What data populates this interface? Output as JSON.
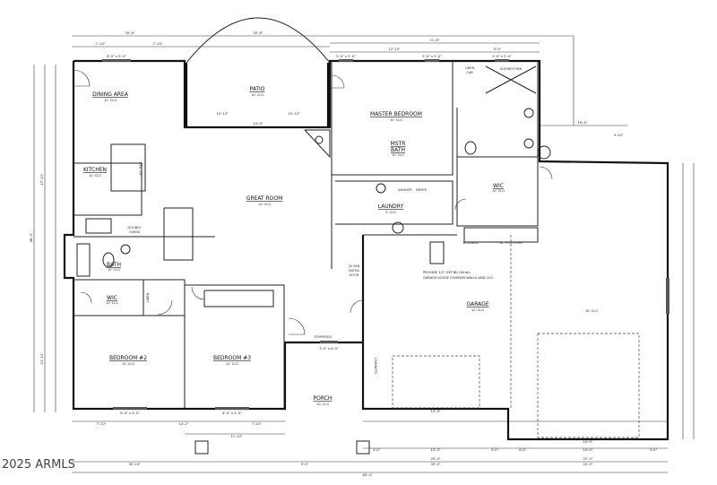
{
  "rooms": {
    "dining": {
      "name": "DINING AREA",
      "ceiling": "10' CLG"
    },
    "patio": {
      "name": "PATIO",
      "ceiling": "10' CLG"
    },
    "kitchen": {
      "name": "KITCHEN",
      "ceiling": "10' CLG"
    },
    "great_room": {
      "name": "GREAT ROOM",
      "ceiling": "10' CLG"
    },
    "master_bedroom": {
      "name": "MASTER BEDROOM",
      "ceiling": "10' CLG"
    },
    "master_bath": {
      "name1": "MSTR",
      "name2": "BATH",
      "ceiling": "10' CLG"
    },
    "laundry": {
      "name": "LAUNDRY",
      "ceiling": "5' CLG"
    },
    "master_wic": {
      "name": "WIC",
      "ceiling": "10' CLG"
    },
    "bath": {
      "name": "BATH",
      "ceiling": "10' CLG"
    },
    "wic": {
      "name": "WIC",
      "ceiling": "10' CLG"
    },
    "bedroom2": {
      "name": "BEDROOM #2",
      "ceiling": "10' CLG"
    },
    "bedroom3": {
      "name": "BEDROOM #3",
      "ceiling": "10' CLG"
    },
    "porch": {
      "name": "PORCH",
      "ceiling": "10' CLG"
    },
    "garage": {
      "name": "GARAGE",
      "ceiling": "10' CLG"
    },
    "garage_bay": {
      "ceiling": "18' CLG"
    }
  },
  "fixtures": {
    "double_ovens1": "DOUBLE",
    "double_ovens2": "OVENS",
    "linen1": "LINEN",
    "linen2": "CAB",
    "shower": "SHOWER PAN",
    "washer": "WASHER",
    "dryer": "DRYER",
    "tempered": "TEMPERED",
    "rated1": "20 MIN",
    "rated2": "RATED",
    "rated3": "DOOR",
    "bollard": "BOLLARD",
    "platform": "18\" PLATFORM",
    "cabinets": "CABINETS",
    "linen_closet": "LINEN",
    "bar": "42\" BAR"
  },
  "notes": {
    "gyp1": "PROVIDE 1/2\" GYP BD ON ALL",
    "gyp2": "GARAGE HOUSE COMMON WALLS AND CLG"
  },
  "windows": {
    "dining": "6'-0\" x 5'-0\"",
    "master1": "5'-0\" x 5'-0\"",
    "master2": "5'-0\" x 5'-0\"",
    "master3": "5'-0\" x 5'-0\"",
    "bed2": "6'-0\" x 5'-0\"",
    "bed3": "6'-0\" x 5'-0\"",
    "entry": "3'-0\" x 8'-0\""
  },
  "dimensions": {
    "top_left": "35'-8\"",
    "top_right": "35'-8\"",
    "top_mid": "11'-8\"",
    "top_a": "7'-10\"",
    "top_b": "7'-10\"",
    "top_c": "12'-10\"",
    "top_d": "5'-0\"",
    "right_a": "16'-4\"",
    "right_b": "3'-10\"",
    "left_total": "48'-0\"",
    "left_a": "17'-10\"",
    "left_b": "13'-10\"",
    "patio_a": "15'-10\"",
    "patio_b": "15'-10\"",
    "patio_c": "15'-0\"",
    "bot_a": "7'-10\"",
    "bot_b": "14'-2\"",
    "bot_c": "7'-10\"",
    "bot_d": "11'-10\"",
    "g_a": "4'-0\"",
    "g_b": "12'-0\"",
    "g_c": "4'-0\"",
    "g_d": "4'-0\"",
    "g_e": "14'-0\"",
    "g_f": "4'-0\"",
    "g_door1": "12'-0\"",
    "g_door2": "14'-0\"",
    "g_total1": "20'-0\"",
    "g_total2": "22'-0\"",
    "overall_left": "35'-10\"",
    "overall_mid": "5'-0\"",
    "overall_right": "30'-0\"",
    "overall_far": "22'-0\"",
    "overall": "85'-0\""
  },
  "watermark": "2025 ARMLS"
}
